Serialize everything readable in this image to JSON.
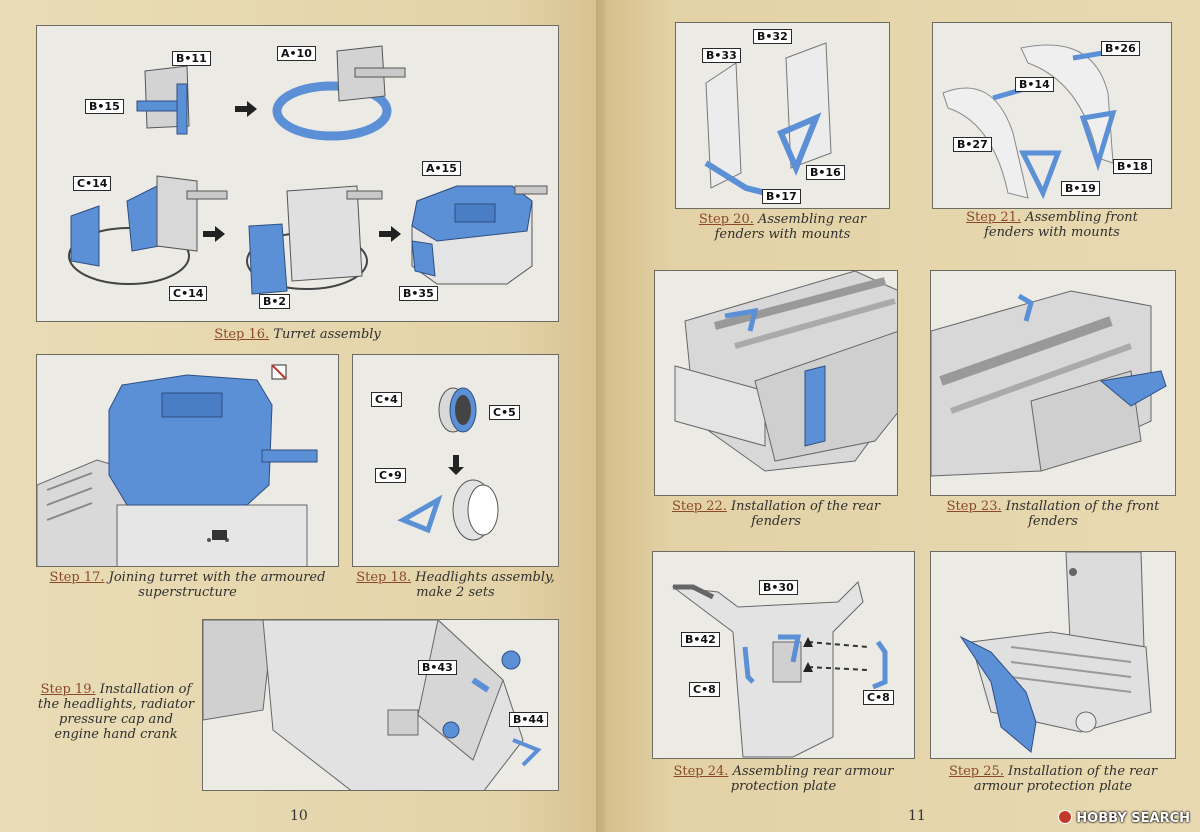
{
  "colors": {
    "part_highlight": "#5b8fd6",
    "part_grey": "#c9c9c9",
    "panel_bg": "#ebeae5",
    "paper": "#e6d6ad",
    "step_number": "#8a4a2a"
  },
  "left_page": {
    "page_number": "10",
    "step16": {
      "step": "Step 16.",
      "caption": "Turret assembly",
      "labels": [
        "B•11",
        "B•15",
        "A•10",
        "C•14",
        "C•14",
        "B•2",
        "A•15",
        "B•35"
      ]
    },
    "step17": {
      "step": "Step 17.",
      "caption_line1": "Joining turret with the armoured",
      "caption_line2": "superstructure",
      "warning_icon": "no-glue-icon"
    },
    "step18": {
      "step": "Step 18.",
      "caption_line1": "Headlights assembly,",
      "caption_line2": "make 2 sets",
      "labels": [
        "C•4",
        "C•5",
        "C•9"
      ]
    },
    "step19": {
      "step": "Step 19.",
      "caption_line1": "Installation of",
      "caption_line2": "the headlights, radiator",
      "caption_line3": "pressure cap and",
      "caption_line4": "engine hand crank",
      "labels": [
        "B•43",
        "B•44"
      ]
    }
  },
  "right_page": {
    "page_number": "11",
    "step20": {
      "step": "Step 20.",
      "caption_line1": "Assembling rear",
      "caption_line2": "fenders with mounts",
      "labels": [
        "B•33",
        "B•32",
        "B•16",
        "B•17"
      ]
    },
    "step21": {
      "step": "Step 21.",
      "caption_line1": "Assembling front",
      "caption_line2": "fenders with mounts",
      "labels": [
        "B•26",
        "B•14",
        "B•27",
        "B•18",
        "B•19"
      ]
    },
    "step22": {
      "step": "Step 22.",
      "caption_line1": "Installation of the rear",
      "caption_line2": "fenders"
    },
    "step23": {
      "step": "Step 23.",
      "caption_line1": "Installation of the front",
      "caption_line2": "fenders"
    },
    "step24": {
      "step": "Step 24.",
      "caption_line1": "Assembling rear armour",
      "caption_line2": "protection plate",
      "labels": [
        "B•30",
        "B•42",
        "C•8",
        "C•8"
      ]
    },
    "step25": {
      "step": "Step 25.",
      "caption_line1": "Installation of the rear",
      "caption_line2": "armour protection plate"
    }
  },
  "watermark": "HOBBY SEARCH"
}
